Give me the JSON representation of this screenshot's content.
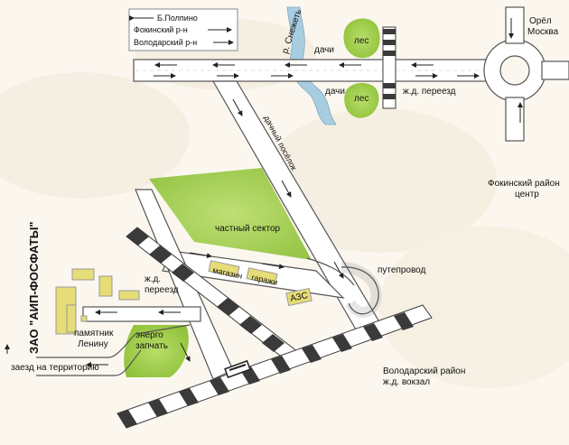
{
  "legend": {
    "items": [
      {
        "label": "Б.Полпино",
        "direction": "left"
      },
      {
        "label": "Фокинский р-н",
        "direction": "right"
      },
      {
        "label": "Володарский р-н",
        "direction": "right"
      }
    ]
  },
  "labels": {
    "orel_moscow": [
      "Орёл",
      "Москва"
    ],
    "river": "р. Снежеть",
    "dachi_top": "дачи",
    "dachi_bottom": "дачи",
    "forest_top": "лес",
    "forest_bottom": "лес",
    "rail_crossing_top": "ж.д. переезд",
    "dacha_village": "дачный посёлок",
    "fokinsky_center": [
      "Фокинский район",
      "центр"
    ],
    "private_sector": "частный сектор",
    "shops": "магазин",
    "garages": "гаражи",
    "gas_station": "АЗС",
    "overpass": "путепровод",
    "rail_crossing_left": [
      "ж.д.",
      "переезд"
    ],
    "company": "ЗАО \"АИП-ФОСФАТЫ\"",
    "lenin_monument": [
      "памятник",
      "Ленину"
    ],
    "energo": [
      "энерго",
      "запчать"
    ],
    "entry": "заезд на территорию",
    "volodarsky_station": [
      "Володарский район",
      "ж.д. вокзал"
    ]
  },
  "colors": {
    "background": "#fbf7ef",
    "green": "#a6d24a",
    "green_light": "#c9e58a",
    "river": "#a9cde0",
    "building": "#e6dc78",
    "railway_dark": "#3a3a3a"
  }
}
